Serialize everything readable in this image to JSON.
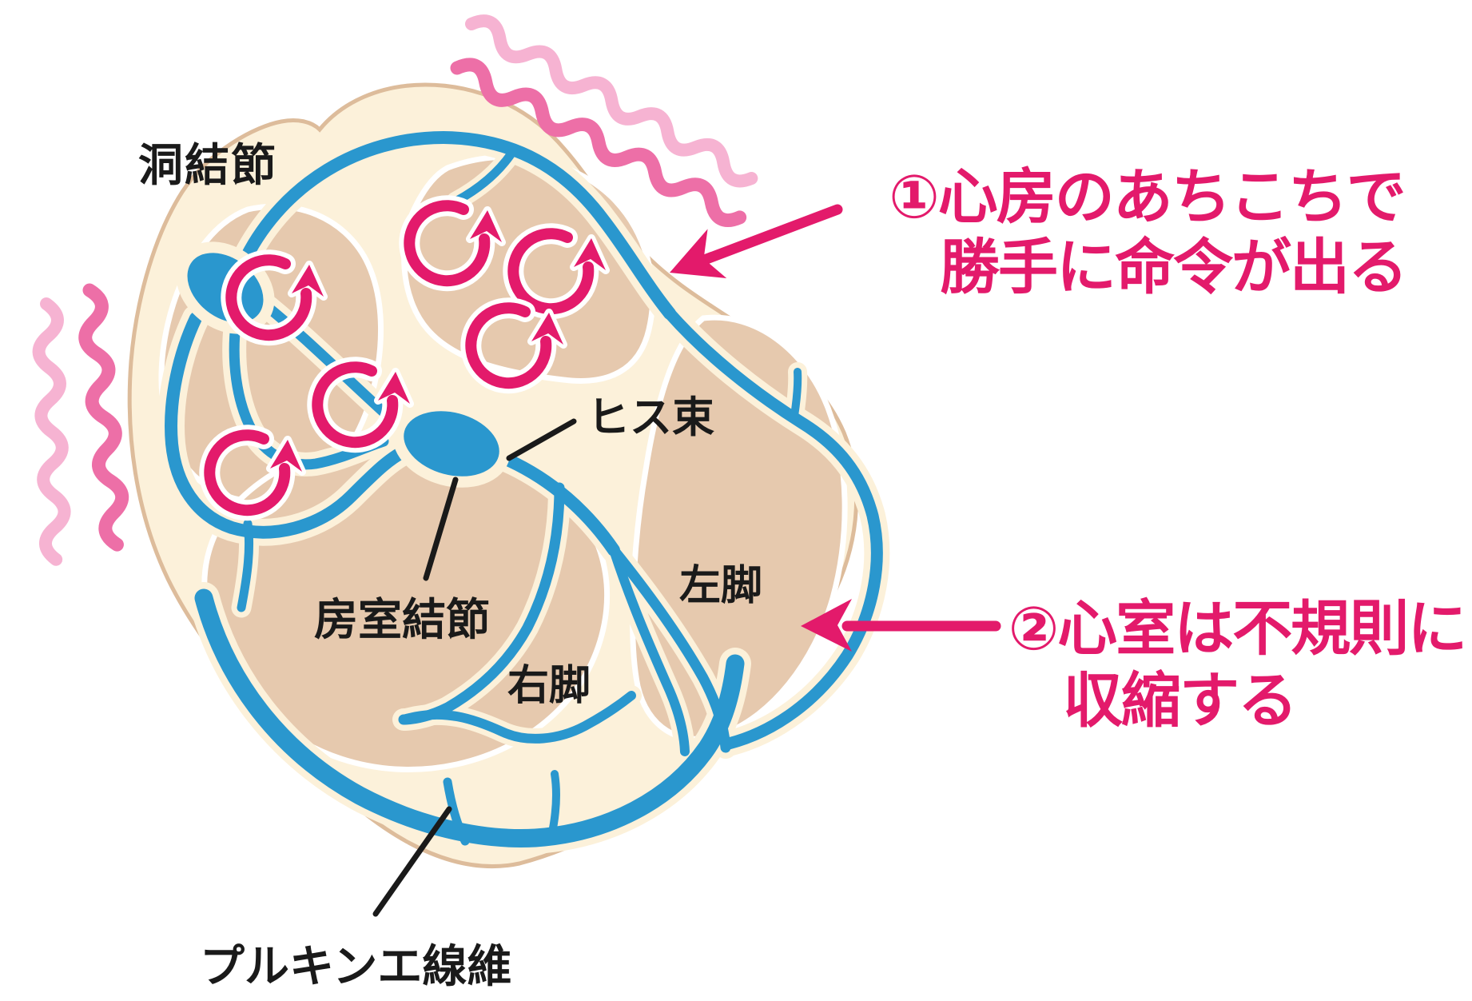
{
  "figure": {
    "description_domain": "heart conduction system diagram (atrial fibrillation)",
    "part_labels": {
      "sinoatrial_node": "洞結節",
      "bundle_of_his": "ヒス束",
      "atrioventricular_node": "房室結節",
      "left_bundle_branch": "左脚",
      "right_bundle_branch": "右脚",
      "purkinje_fibers": "プルキンエ線維"
    },
    "annotations": {
      "atria": {
        "line1": "①心房のあちこちで",
        "line2": "勝手に命令が出る"
      },
      "ventricles": {
        "line1": "②心室は不規則に",
        "line2": "収縮する"
      }
    },
    "colors": {
      "annotation_pink": "#E31A6B",
      "conduction_blue": "#2A97CE",
      "heart_cream": "#FCF1DA",
      "heart_tan": "#E6C9AE",
      "heart_outline_tan": "#DDBC9B",
      "squiggle_dark_pink": "#ED6FA7",
      "squiggle_light_pink": "#F6B3D2",
      "label_black": "#1A1A1A",
      "background": "#FFFFFF"
    },
    "icons": {
      "reentry_icon_name": "circular-rotation-arrow-icon",
      "tremor_icon_name": "wavy-squiggle-icon",
      "reentry_arrow_count": 6,
      "squiggle_count": 4
    }
  }
}
